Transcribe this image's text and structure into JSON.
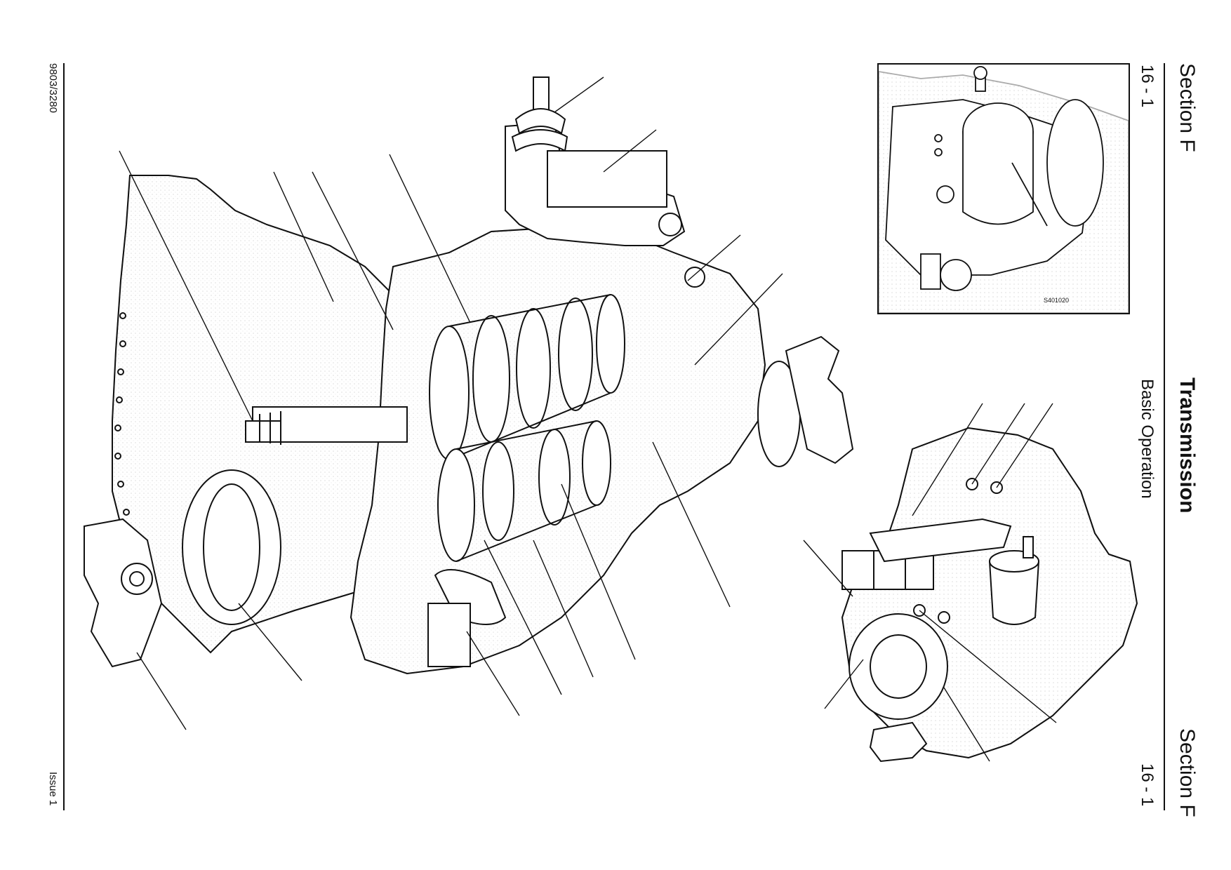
{
  "header": {
    "section_top": "Section F",
    "page_top": "16 - 1",
    "title": "Transmission",
    "subtitle": "Basic Operation",
    "section_bottom": "Section F",
    "page_bottom": "16 - 1"
  },
  "footer": {
    "doc_number": "9803/3280",
    "issue": "Issue 1"
  },
  "inset": {
    "code": "S401020"
  },
  "colors": {
    "ink": "#111111",
    "paper": "#ffffff",
    "stipple": "#9a9a9a"
  }
}
